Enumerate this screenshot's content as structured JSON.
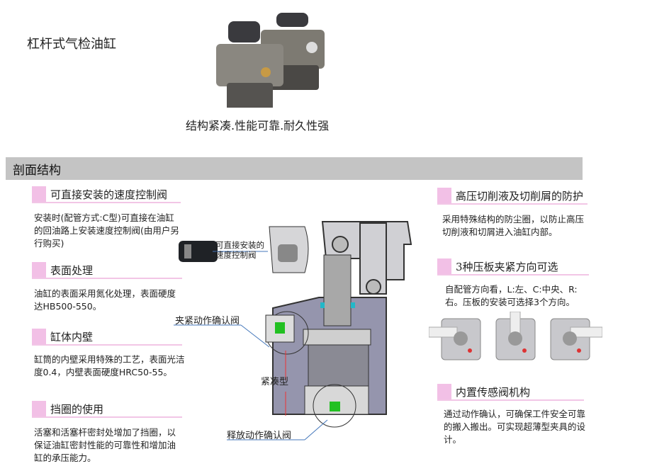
{
  "header": {
    "title": "杠杆式气检油缸",
    "tagline": "结构紧凑.性能可靠.耐久性强"
  },
  "section_bar": {
    "title": "剖面结构"
  },
  "left_sections": [
    {
      "title": "可直接安装的速度控制阀",
      "body": "安装时(配管方式:C型)可直接在油缸的回油路上安装速度控制阀(由用户另行购买)"
    },
    {
      "title": "表面处理",
      "body": "油缸的表面采用氮化处理，表面硬度达HB500-550。"
    },
    {
      "title": "缸体内壁",
      "body": "缸筒的内壁采用特殊的工艺，表面光洁度0.4，内壁表面硬度HRC50-55。"
    },
    {
      "title": "挡圈的使用",
      "body": "活塞和活塞杆密封处增加了挡圈，以保证油缸密封性能的可靠性和增加油缸的承压能力。"
    }
  ],
  "right_sections": [
    {
      "title": "高压切削液及切削屑的防护",
      "body": "采用特殊结构的防尘圈，以防止高压切削液和切屑进入油缸内部。"
    },
    {
      "title": "3种压板夹紧方向可选",
      "body": "自配管方向看，L:左、C:中央、R:右。压板的安装可选择3个方向。"
    },
    {
      "title": "内置传感阀机构",
      "body": "通过动作确认，可确保工件安全可靠的搬入搬出。可实现超薄型夹具的设计。"
    }
  ],
  "diagram": {
    "speed_valve_label_1": "可直接安装的",
    "speed_valve_label_2": "速度控制阀",
    "clamp_valve_label": "夹紧动作确认阀",
    "compact_label": "紧凑型",
    "release_valve_label": "释放动作确认阀"
  },
  "colors": {
    "pink": "#f2c0e6",
    "bar": "#c4c4c4",
    "green": "#22c022",
    "body_gray": "#c9c9cf"
  }
}
